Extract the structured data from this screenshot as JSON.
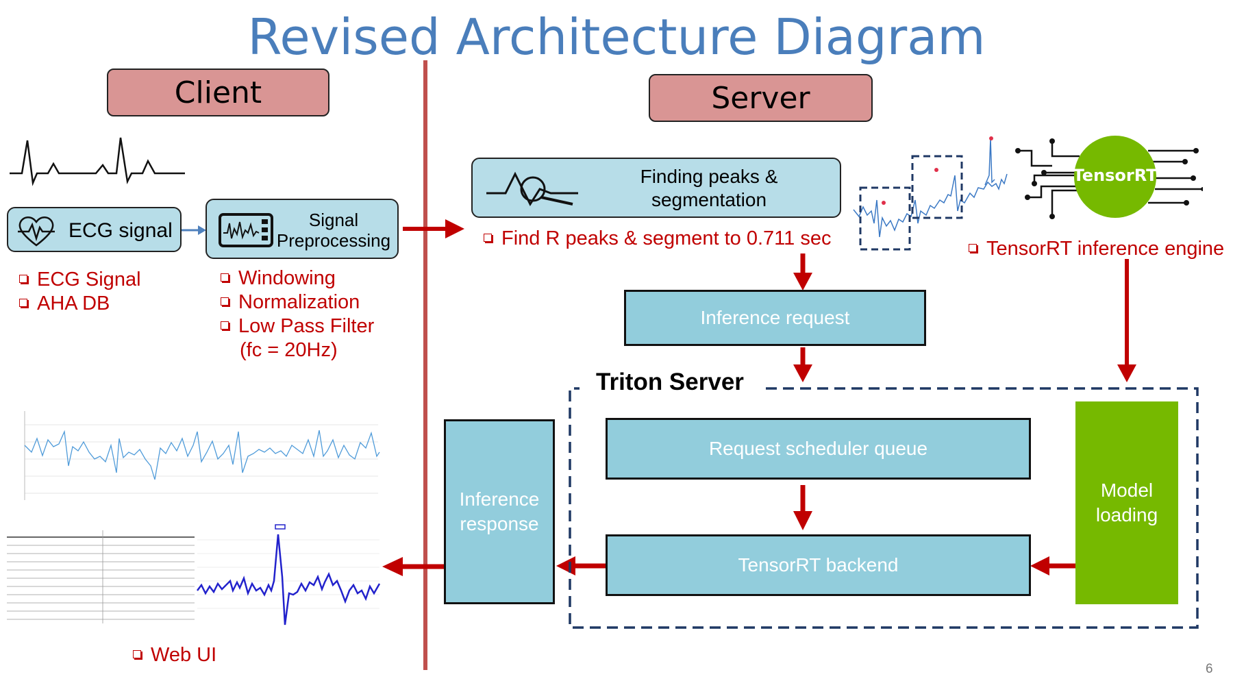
{
  "title": "Revised Architecture Diagram",
  "client": {
    "header": "Client",
    "ecg_box": "ECG signal",
    "prep_box_line1": "Signal",
    "prep_box_line2": "Preprocessing",
    "ecg_bullets": [
      "ECG Signal",
      "AHA DB"
    ],
    "prep_bullets": [
      "Windowing",
      "Normalization",
      "Low Pass Filter",
      "(fc = 20Hz)"
    ],
    "webui_bullet": "Web UI"
  },
  "server": {
    "header": "Server",
    "peaks_box_line1": "Finding peaks &",
    "peaks_box_line2": "segmentation",
    "peaks_bullet": "Find R peaks & segment to 0.711 sec",
    "tensorrt_logo": "TensorRT",
    "tensorrt_bullet": "TensorRT inference engine",
    "inference_request": "Inference request",
    "triton_label": "Triton Server",
    "scheduler": "Request scheduler queue",
    "backend": "TensorRT backend",
    "model_loading_line1": "Model",
    "model_loading_line2": "loading",
    "inference_response_line1": "Inference",
    "inference_response_line2": "response"
  },
  "page_number": "6",
  "colors": {
    "title": "#4a7ebb",
    "header_fill": "#d99594",
    "light_box": "#b7dde8",
    "teal_box": "#92cddc",
    "green": "#76b900",
    "arrow_red": "#c00000",
    "divider": "#c0504d",
    "dash_border": "#1f3864"
  }
}
